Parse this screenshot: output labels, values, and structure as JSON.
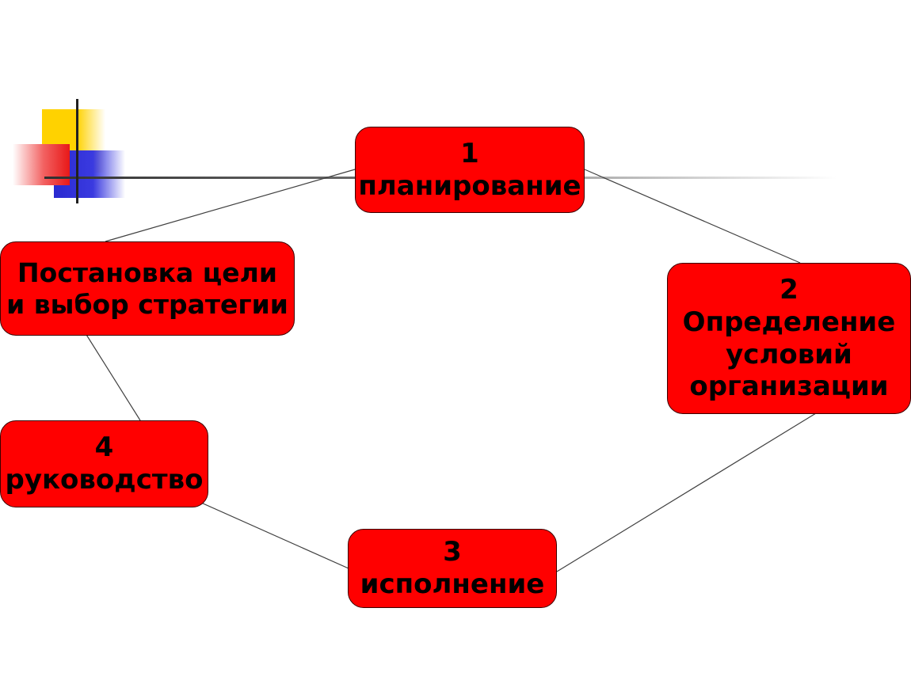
{
  "nodes": {
    "planning": {
      "number": "1",
      "label": "планирование"
    },
    "goal": {
      "line1": "Постановка цели",
      "line2": "и выбор стратегии"
    },
    "organization": {
      "number": "2",
      "line1": "Определение",
      "line2": "условий",
      "line3": "организации"
    },
    "execution": {
      "number": "3",
      "label": "исполнение"
    },
    "leadership": {
      "number": "4",
      "label": "руководство"
    }
  },
  "colors": {
    "node_fill": "#ff0000",
    "node_text": "#000000",
    "connector": "#404040"
  },
  "connections": [
    [
      "goal",
      "planning"
    ],
    [
      "planning",
      "organization"
    ],
    [
      "organization",
      "execution"
    ],
    [
      "execution",
      "leadership"
    ],
    [
      "leadership",
      "goal"
    ]
  ]
}
